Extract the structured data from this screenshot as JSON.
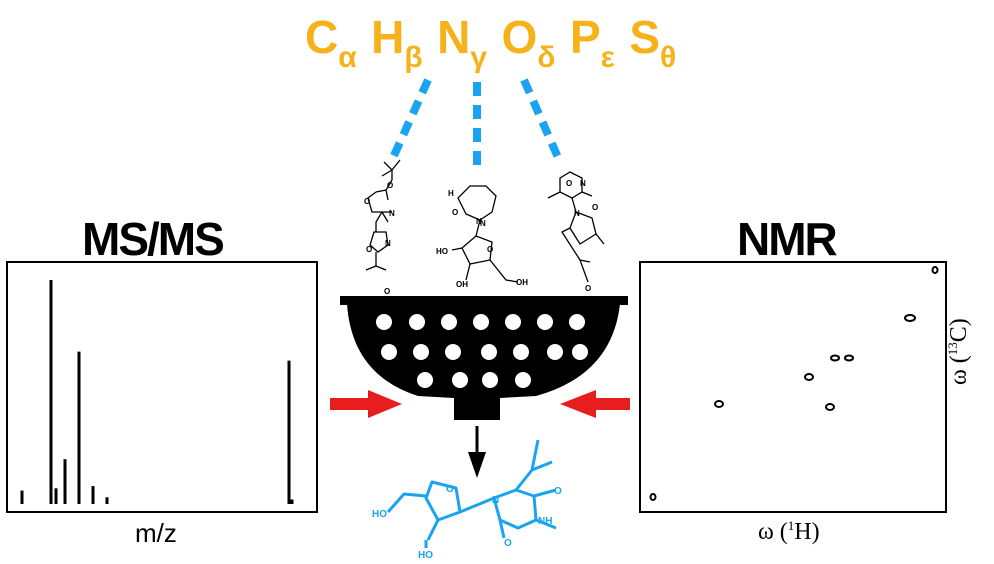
{
  "formula": {
    "elements": [
      {
        "symbol": "C",
        "sub": "α"
      },
      {
        "symbol": "H",
        "sub": "β"
      },
      {
        "symbol": "N",
        "sub": "γ"
      },
      {
        "symbol": "O",
        "sub": "δ"
      },
      {
        "symbol": "P",
        "sub": "ε"
      },
      {
        "symbol": "S",
        "sub": "θ"
      }
    ],
    "color": "#f6b21b"
  },
  "ms": {
    "title": "MS/MS",
    "xlabel": "m/z",
    "peak_heights": [
      0.06,
      1.0,
      0.07,
      0.68,
      0.2,
      0.08,
      0.03,
      0.64,
      0.02
    ]
  },
  "nmr": {
    "title": "NMR",
    "xlabel_prefix": "ω (",
    "xlabel_sup": "1",
    "xlabel_suffix": "H)",
    "ylabel_prefix": "ω (",
    "ylabel_sup": "13",
    "ylabel_suffix": "C)"
  },
  "molecules": {
    "left_labels": [
      "O",
      "O",
      "N",
      "N",
      "O",
      "O"
    ],
    "middle_labels": [
      "H",
      "N",
      "O",
      "N",
      "O",
      "HO",
      "OH",
      "OH"
    ],
    "right_labels": [
      "O",
      "N",
      "O",
      "N",
      "O"
    ],
    "product_labels": [
      "HO",
      "O",
      "N",
      "NH",
      "O",
      "O",
      "HO"
    ]
  },
  "colors": {
    "dashed": "#1aa3f0",
    "arrow": "#e81d1d",
    "product": "#1aa3f0",
    "strainer": "#000000"
  }
}
